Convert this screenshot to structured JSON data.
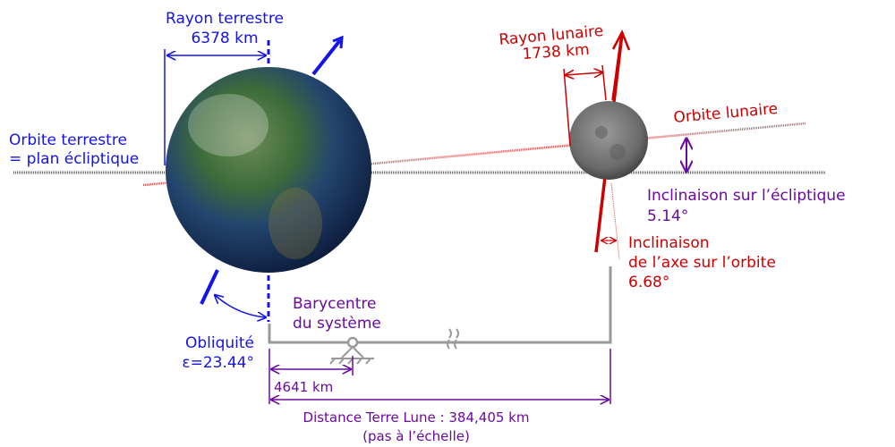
{
  "colors": {
    "earth_labels": "#1414e6",
    "moon_labels": "#cc0000",
    "barycentre_labels": "#6a0aa0",
    "scale_bar": "#999999",
    "ecliptic_line": "#4a5cff",
    "lunar_orbit_line": "#e05050"
  },
  "earth": {
    "radius_label": "Rayon terrestre",
    "radius_value": "6378 km",
    "orbit_label_1": "Orbite terrestre",
    "orbit_label_2": "= plan écliptique",
    "obliquity_label": "Obliquité",
    "obliquity_value": "ε=23.44°"
  },
  "moon": {
    "radius_label": "Rayon lunaire",
    "radius_value": "1738 km",
    "orbit_label": "Orbite lunaire",
    "inclination_label": "Inclinaison sur l’écliptique",
    "inclination_value": "5.14°",
    "axis_label_1": "Inclinaison",
    "axis_label_2": "de l’axe sur l’orbite",
    "axis_value": "6.68°"
  },
  "barycentre": {
    "label_1": "Barycentre",
    "label_2": "du système",
    "distance": "4641 km"
  },
  "distance": {
    "label": "Distance Terre Lune : 384,405 km",
    "note": "(pas à l’échelle)"
  }
}
